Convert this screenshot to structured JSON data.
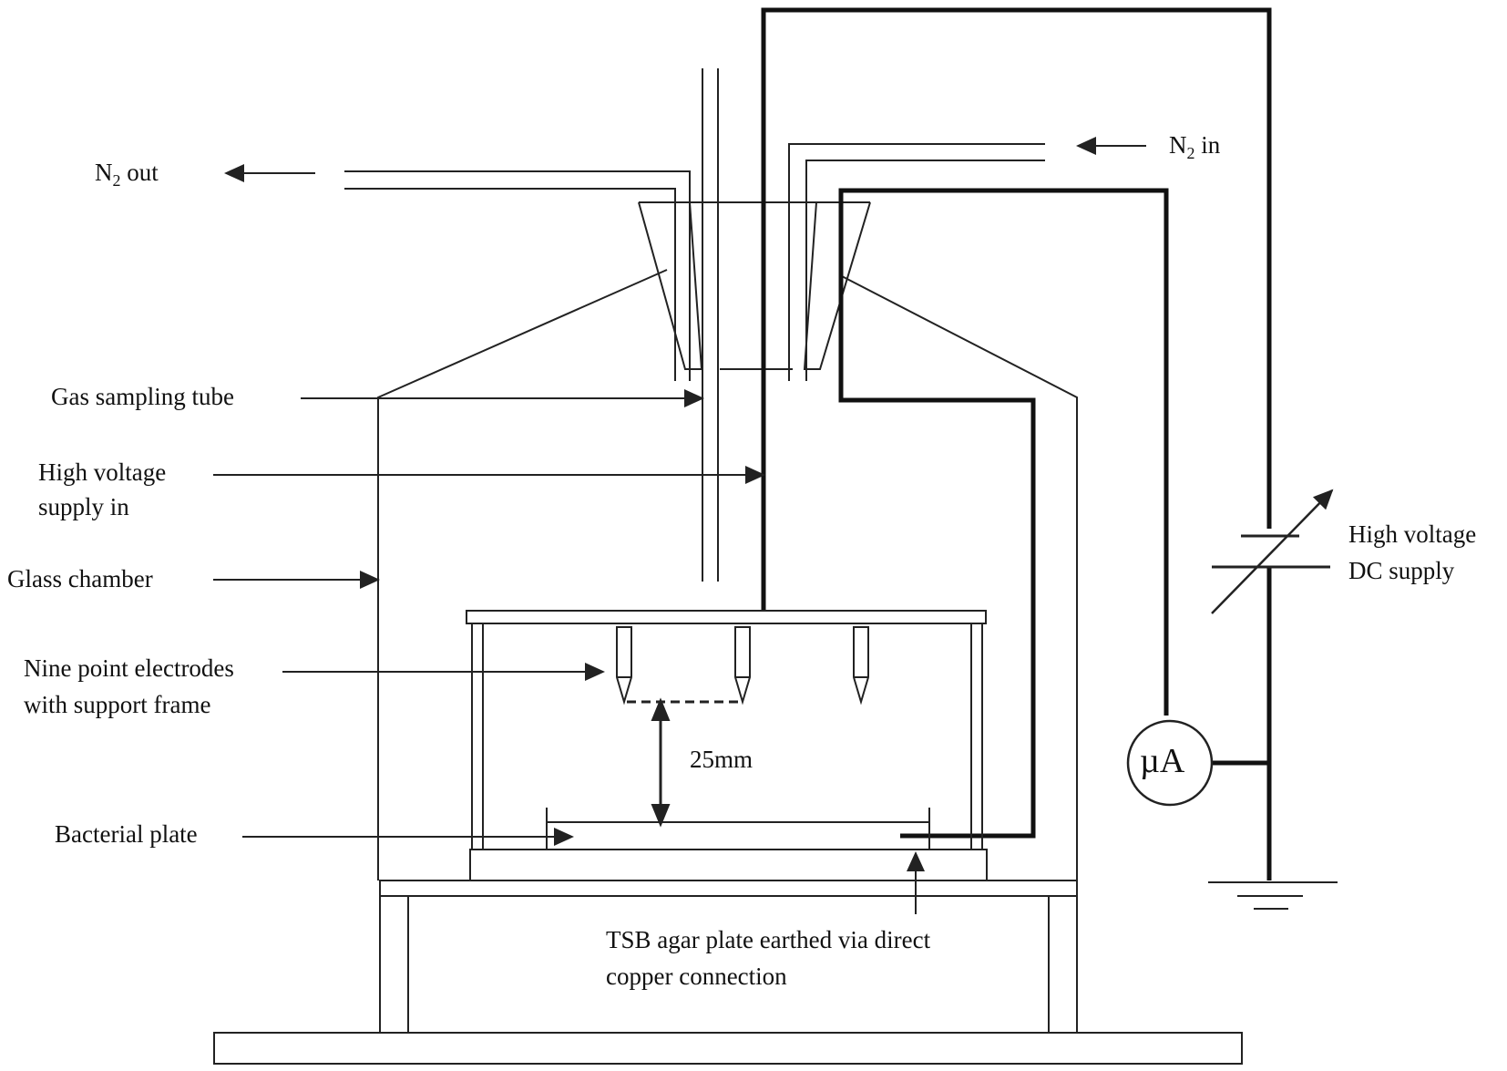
{
  "labels": {
    "n2_out_main": "N",
    "n2_out_sub": "2",
    "n2_out_rest": " out",
    "n2_in_main": "N",
    "n2_in_sub": "2",
    "n2_in_rest": " in",
    "gas_sampling_tube": "Gas sampling tube",
    "high_voltage_supply_in_line1": "High voltage",
    "high_voltage_supply_in_line2": "supply in",
    "glass_chamber": "Glass chamber",
    "electrodes_line1": "Nine point electrodes",
    "electrodes_line2": "with support frame",
    "gap": "25mm",
    "bacterial_plate": "Bacterial plate",
    "earth_line1": "TSB agar plate earthed via direct",
    "earth_line2": "copper connection",
    "dc_supply_line1": "High voltage",
    "dc_supply_line2": "DC supply",
    "meter": "µA"
  },
  "colors": {
    "line": "#222222",
    "text": "#111111",
    "background": "#ffffff"
  }
}
